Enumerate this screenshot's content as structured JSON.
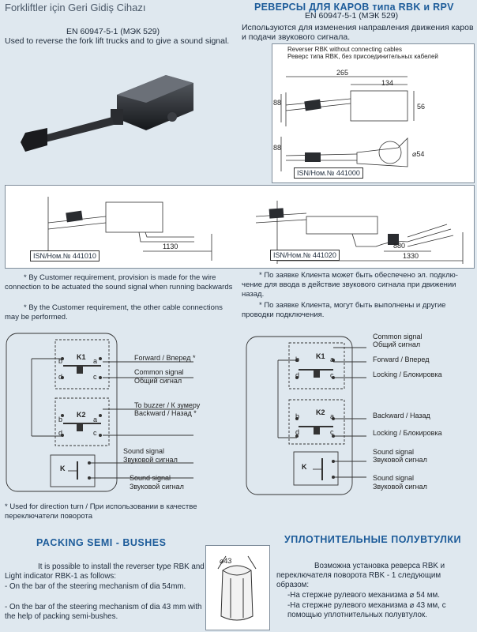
{
  "header": {
    "left_title": "Forkliftler için Geri Gidiş Cihazı",
    "right_title": "РЕВЕРСЫ ДЛЯ КАРОВ  типа RBK и RPV"
  },
  "intro_en": {
    "standard": "EN 60947-5-1 (МЭК 529)",
    "text": "Used to reverse the fork lift trucks and to give a sound signal."
  },
  "intro_ru": {
    "standard": "EN 60947-5-1 (МЭК 529)",
    "text": "Используются для изменения  направления движения каров и подачи  звукового сигнала."
  },
  "drawing_top": {
    "caption1": "Reverser RBK without connecting cables",
    "caption2": "Реверс типа RBK, без присоединительных кабелей",
    "dim_265": "265",
    "dim_134": "134",
    "dim_88a": "88",
    "dim_56": "56",
    "dim_88b": "88",
    "dim_54": "⌀54",
    "isn": "ISN/Ном.№ 441000"
  },
  "drawing_mid_left": {
    "dim": "1130",
    "isn": "ISN/Ном.№  441010"
  },
  "drawing_mid_right": {
    "dim_880": "880",
    "dim_1330": "1330",
    "isn": "ISN/Ном.№ 441020"
  },
  "notes_en": {
    "n1": "* By Customer requirement, provision is made for the wire connection to be actuated the sound signal when running backwards",
    "n2": "* By the Customer requirement, the other cable connections  may be performed."
  },
  "notes_ru": {
    "n1": "* По заявке Клиента может быть обеспечено эл. подклю-чение для ввода в действие звукового сигнала при движении назад.",
    "n2": "* По заявке Клиента, могут быть выполнены и другие проводки подключения."
  },
  "circuit_left": {
    "k1": "K1",
    "k2": "K2",
    "k": "K",
    "a": "a",
    "b": "b",
    "c": "c",
    "d": "d",
    "forward": "Forward / Вперед  *",
    "common_en": "Common signal",
    "common_ru": "Общий сигнал",
    "buzzer": "To buzzer / К зумеру",
    "backward": "Backward / Назад *",
    "sound1_en": "Sound signal",
    "sound1_ru": "Звуковой сигнал",
    "sound2_en": "Sound signal",
    "sound2_ru": "Звуковой сигнал"
  },
  "circuit_right": {
    "k1": "K1",
    "k2": "K2",
    "k": "K",
    "a": "a",
    "b": "b",
    "c": "c",
    "d": "d",
    "common_en": "Common signal",
    "common_ru": "Общий сигнал",
    "forward": "Forward / Вперед",
    "locking1": "Locking / Блокировка",
    "backward": "Backward / Назад",
    "locking2": "Locking / Блокировка",
    "sound1_en": "Sound signal",
    "sound1_ru": "Звуковой сигнал",
    "sound2_en": "Sound signal",
    "sound2_ru": "Звуковой сигнал"
  },
  "direction_note": "* Used for direction turn / При использовании в качестве переключатели поворота",
  "packing_en": {
    "title": "PACKING SEMI - BUSHES",
    "p1": "It is possible to install the reverser type RBK and Light indicator RBK-1 as follows:",
    "p2": " - On the bar of the steering mechanism of dia 54mm.",
    "p3": " - On the bar of the steering mechanism of  dia 43 mm with the help of packing semi-bushes."
  },
  "packing_ru": {
    "title": "УПЛОТНИТЕЛЬНЫЕ ПОЛУВТУЛКИ",
    "p1": "Возможна установка реверса RBK и переключателя поворота  RBK - 1 следующим образом:",
    "p2": "-На стержне рулевого механизма ⌀ 54 мм.",
    "p3": "-На стержне рулевого механизма ⌀ 43 мм, с помощью уплотнительных полувтулок."
  },
  "bush_dim": "⌀43"
}
